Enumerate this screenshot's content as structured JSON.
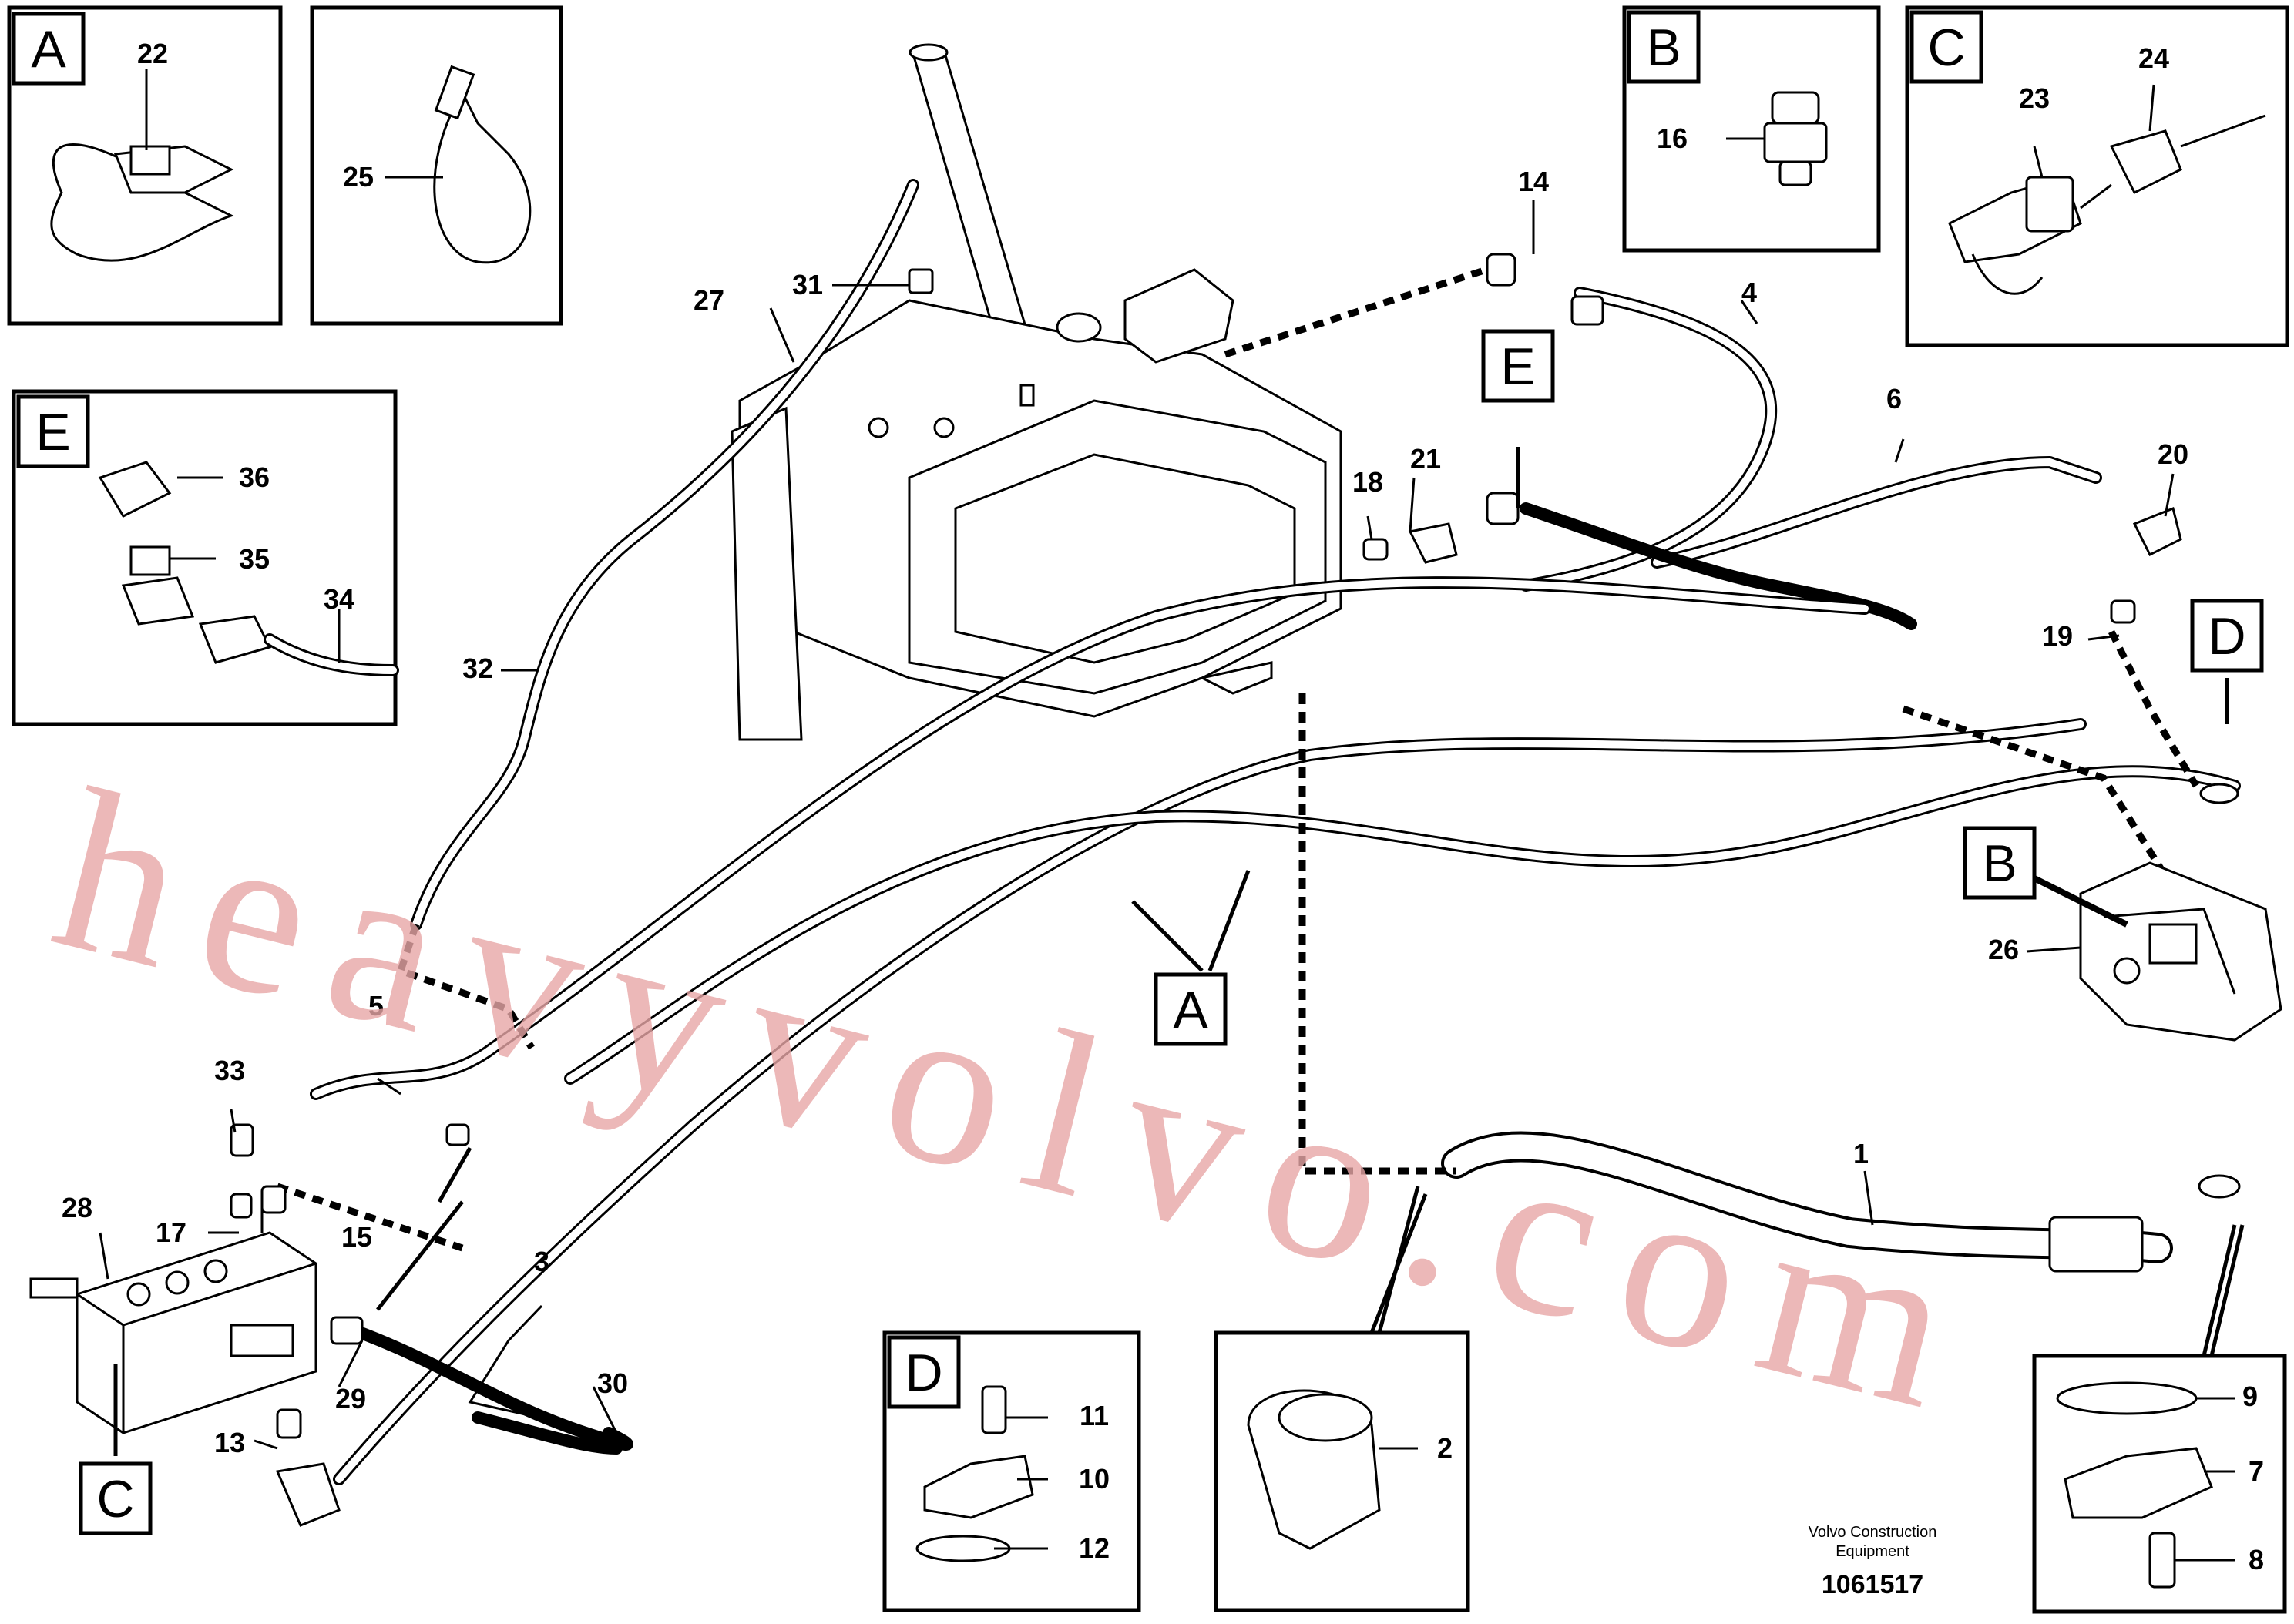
{
  "inset_labels": {
    "A": "A",
    "B": "B",
    "C": "C",
    "D": "D",
    "E": "E"
  },
  "callouts": {
    "c1": "1",
    "c2": "2",
    "c3": "3",
    "c4": "4",
    "c5": "5",
    "c6": "6",
    "c7": "7",
    "c8": "8",
    "c9": "9",
    "c10": "10",
    "c11": "11",
    "c12": "12",
    "c13": "13",
    "c14": "14",
    "c15": "15",
    "c16": "16",
    "c17": "17",
    "c18": "18",
    "c19": "19",
    "c20": "20",
    "c21": "21",
    "c22": "22",
    "c23": "23",
    "c24": "24",
    "c25": "25",
    "c26": "26",
    "c27": "27",
    "c28": "28",
    "c29": "29",
    "c30": "30",
    "c31": "31",
    "c32": "32",
    "c33": "33",
    "c34": "34",
    "c35": "35",
    "c36": "36"
  },
  "watermark": "heavyvolvo.com",
  "footer": {
    "brand_line1": "Volvo Construction",
    "brand_line2": "Equipment",
    "drawing_number": "1061517"
  }
}
